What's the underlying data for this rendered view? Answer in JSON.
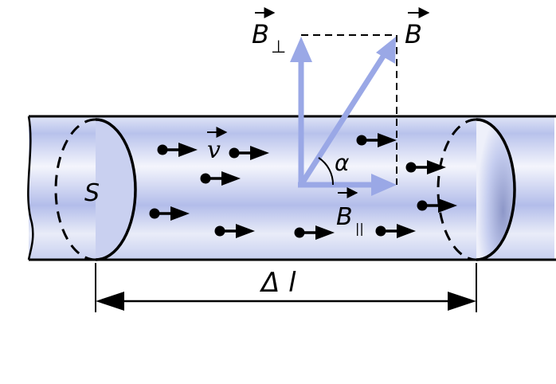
{
  "labels": {
    "b_perp": "B",
    "b_perp_sub": "⊥",
    "b": "B",
    "b_par": "B",
    "b_par_sub": "||",
    "v": "v",
    "alpha": "α",
    "s": "S",
    "delta_l": "Δ l"
  },
  "colors": {
    "vector": "#9aa8e6",
    "tube_band": "#b8c2ec",
    "outline": "#000000",
    "particle": "#000000"
  },
  "icons": {
    "particle": "charge-dot-with-arrow",
    "vector_arrow": "arrow-icon"
  }
}
